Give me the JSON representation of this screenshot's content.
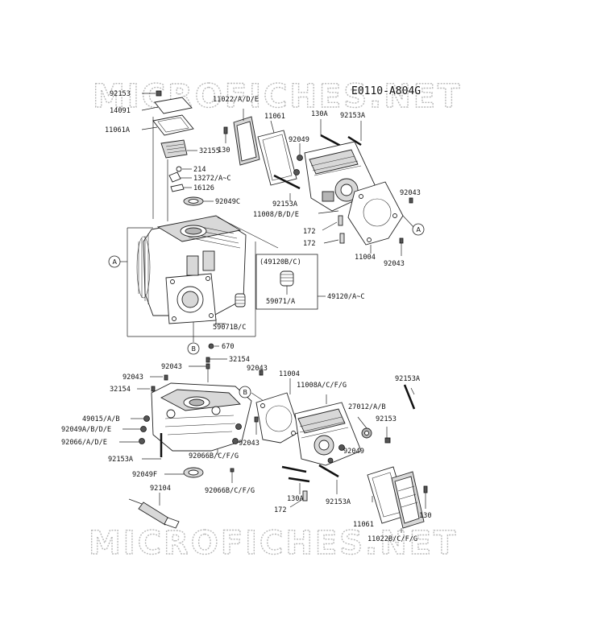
{
  "watermark": {
    "top": "MICROFICHES.NET",
    "bottom": "MICROFICHES.NET"
  },
  "diagram_code": "E0110-A804G",
  "refs": {
    "a1": "A",
    "a2": "A",
    "b1": "B",
    "b2": "B"
  },
  "labels": {
    "p92153_top": "92153",
    "p14091": "14091",
    "p11061A": "11061A",
    "p32155": "32155",
    "p214": "214",
    "p13272": "13272/A~C",
    "p16126": "16126",
    "p92049C": "92049C",
    "p11022ADE": "11022/A/D/E",
    "p130_tl": "130",
    "p11061_t": "11061",
    "p92049_t": "92049",
    "p130A_t": "130A",
    "p92153A_tr": "92153A",
    "p92153A_tl": "92153A",
    "p11008BDE": "11008/B/D/E",
    "p92043_tr": "92043",
    "p172_a": "172",
    "p172_b": "172",
    "p11004_t": "11004",
    "p92043_tr2": "92043",
    "p49120BC": "(49120B/C)",
    "p59071A": "59071/A",
    "p49120AC": "49120/A~C",
    "p59071BC": "59071B/C",
    "p670": "670",
    "p32154_a": "32154",
    "p92043_ma": "92043",
    "p92043_mb": "92043",
    "p32154_b": "32154",
    "p49015AB": "49015/A/B",
    "p92049ABDE": "92049A/B/D/E",
    "p92066ADE": "92066/A/D/E",
    "p92153A_bl": "92153A",
    "p92049F": "92049F",
    "p92104": "92104",
    "p92066BCFG_a": "92066B/C/F/G",
    "p92066BCFG_b": "92066B/C/F/G",
    "p92043_mc": "92043",
    "p11004_b": "11004",
    "p11008ACFG": "11008A/C/F/G",
    "p92153A_br": "92153A",
    "p27012AB": "27012/A/B",
    "p92153_br": "92153",
    "p92043_md": "92043",
    "p92049_b": "92049",
    "p130A_b": "130A",
    "p172_c": "172",
    "p92153A_bm": "92153A",
    "p11061_b": "11061",
    "p130_br": "130",
    "p11022BCFG": "11022B/C/F/G"
  }
}
